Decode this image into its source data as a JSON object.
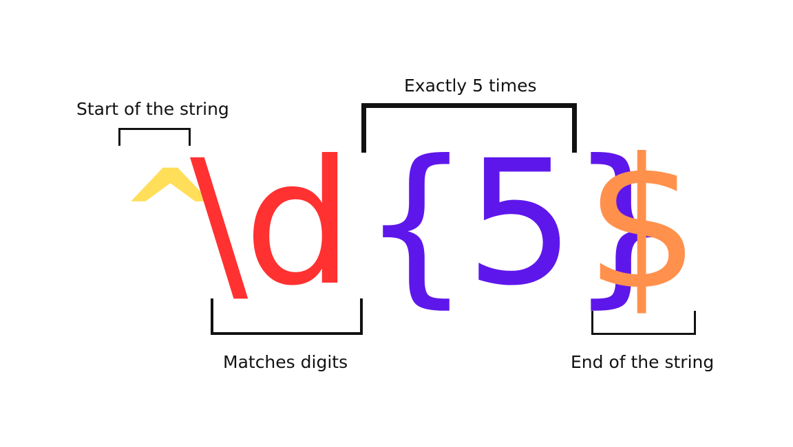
{
  "labels": {
    "start": "Start of the string",
    "exactly": "Exactly 5 times",
    "digits": "Matches digits",
    "end": "End of the string"
  },
  "regex": {
    "caret": "^",
    "digit_class": "\\d",
    "quantifier": "{5}",
    "dollar": "$"
  },
  "colors": {
    "caret": "#ffde59",
    "digit_class": "#ff3131",
    "quantifier": "#5e17eb",
    "dollar": "#ff914d",
    "text": "#111111"
  }
}
